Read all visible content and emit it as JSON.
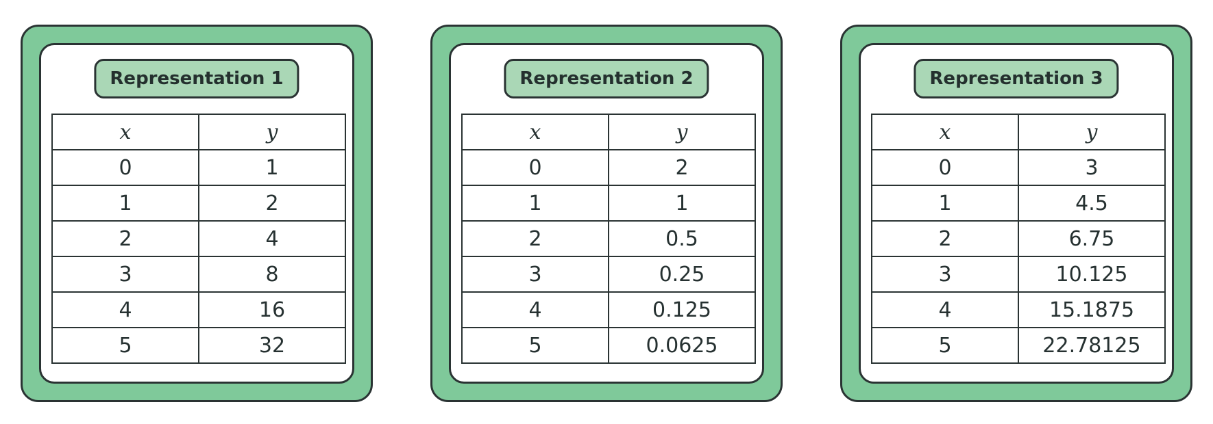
{
  "cards": [
    {
      "title": "Representation 1",
      "headers": [
        "x",
        "y"
      ],
      "rows": [
        [
          "0",
          "1"
        ],
        [
          "1",
          "2"
        ],
        [
          "2",
          "4"
        ],
        [
          "3",
          "8"
        ],
        [
          "4",
          "16"
        ],
        [
          "5",
          "32"
        ]
      ]
    },
    {
      "title": "Representation 2",
      "headers": [
        "x",
        "y"
      ],
      "rows": [
        [
          "0",
          "2"
        ],
        [
          "1",
          "1"
        ],
        [
          "2",
          "0.5"
        ],
        [
          "3",
          "0.25"
        ],
        [
          "4",
          "0.125"
        ],
        [
          "5",
          "0.0625"
        ]
      ]
    },
    {
      "title": "Representation 3",
      "headers": [
        "x",
        "y"
      ],
      "rows": [
        [
          "0",
          "3"
        ],
        [
          "1",
          "4.5"
        ],
        [
          "2",
          "6.75"
        ],
        [
          "3",
          "10.125"
        ],
        [
          "4",
          "15.1875"
        ],
        [
          "5",
          "22.78125"
        ]
      ]
    }
  ],
  "colors": {
    "card_outer": "#7fc99a",
    "title_pill": "#aad7b6",
    "border": "#2a3333",
    "card_inner": "#ffffff"
  }
}
